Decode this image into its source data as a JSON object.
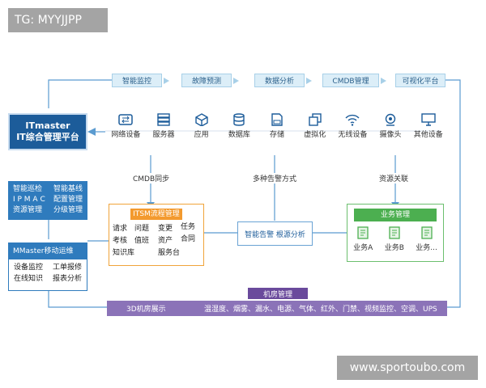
{
  "watermarks": {
    "top": "TG: MYYJJPP",
    "bottom": "www.sportoubo.com"
  },
  "top_tags": [
    "智能监控",
    "故障预测",
    "数据分析",
    "CMDB管理",
    "可视化平台"
  ],
  "resources": [
    {
      "icon": "network-device-icon",
      "label": "网络设备"
    },
    {
      "icon": "server-icon",
      "label": "服务器"
    },
    {
      "icon": "application-icon",
      "label": "应用"
    },
    {
      "icon": "database-icon",
      "label": "数据库"
    },
    {
      "icon": "storage-icon",
      "label": "存储"
    },
    {
      "icon": "virtualization-icon",
      "label": "虚拟化"
    },
    {
      "icon": "wireless-device-icon",
      "label": "无线设备"
    },
    {
      "icon": "camera-icon",
      "label": "摄像头"
    },
    {
      "icon": "other-device-icon",
      "label": "其他设备"
    }
  ],
  "brand": {
    "line1": "ITmaster",
    "line2": "IT综合管理平台"
  },
  "features": {
    "rows": [
      [
        "智能巡检",
        "智能基线"
      ],
      [
        "I P M A C",
        "配置管理"
      ],
      [
        "资源管理",
        "分级管理"
      ]
    ]
  },
  "mmaster": {
    "title": "MMaster移动运维",
    "rows": [
      [
        "设备监控",
        "工单报修"
      ],
      [
        "在线知识",
        "报表分析"
      ]
    ]
  },
  "connectors": {
    "cmdb_sync": "CMDB同步",
    "alarm_methods": "多种告警方式",
    "resource_link": "资源关联"
  },
  "itsm": {
    "title": "ITSM流程管理",
    "items": [
      {
        "text": "请求",
        "x": 0,
        "y": 0
      },
      {
        "text": "问题",
        "x": 1,
        "y": 0
      },
      {
        "text": "变更",
        "x": 2,
        "y": 0
      },
      {
        "text": "任务",
        "x": 3,
        "y": 0
      },
      {
        "text": "考核",
        "x": 0,
        "y": 1
      },
      {
        "text": "值班",
        "x": 1,
        "y": 1
      },
      {
        "text": "资产",
        "x": 2,
        "y": 1
      },
      {
        "text": "合同",
        "x": 3,
        "y": 1
      },
      {
        "text": "知识库",
        "x": 0,
        "y": 2
      },
      {
        "text": "服务台",
        "x": 2,
        "y": 2
      }
    ]
  },
  "alarm": {
    "label": "智能告警 根源分析"
  },
  "business": {
    "title": "业务管理",
    "items": [
      "业务A",
      "业务B",
      "业务..."
    ]
  },
  "room": {
    "title": "机房管理",
    "label": "3D机房展示",
    "items": "温湿度、烟雾、漏水、电源、气体、红外、门禁、视频监控、空调、UPS"
  },
  "colors": {
    "primary": "#1c5c9a",
    "accent_blue": "#2f7bbd",
    "itsm_orange": "#f39a2e",
    "business_green": "#4caf50",
    "room_purple": "#6a4a9c"
  }
}
